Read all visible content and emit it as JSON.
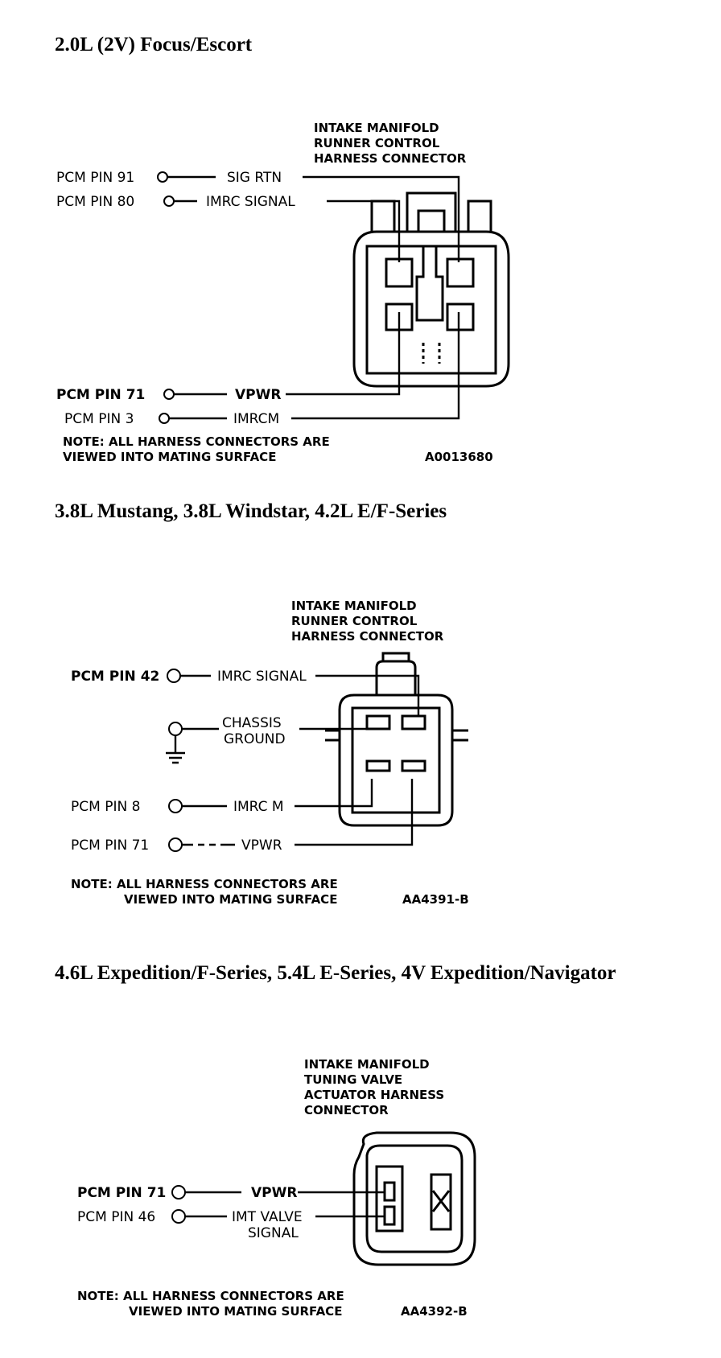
{
  "sections": [
    {
      "title": "2.0L (2V) Focus/Escort",
      "connector_label": [
        "INTAKE MANIFOLD",
        "RUNNER CONTROL",
        "HARNESS CONNECTOR"
      ],
      "pins": [
        {
          "pcm": "PCM PIN 91",
          "signal": "SIG RTN"
        },
        {
          "pcm": "PCM PIN 80",
          "signal": "IMRC SIGNAL"
        },
        {
          "pcm": "PCM PIN 71",
          "signal": "VPWR"
        },
        {
          "pcm": "PCM PIN 3",
          "signal": "IMRCM"
        }
      ],
      "note": [
        "NOTE: ALL HARNESS CONNECTORS ARE",
        "VIEWED INTO MATING SURFACE"
      ],
      "code": "A0013680"
    },
    {
      "title": "3.8L Mustang, 3.8L Windstar, 4.2L E/F-Series",
      "connector_label": [
        "INTAKE MANIFOLD",
        "RUNNER CONTROL",
        "HARNESS CONNECTOR"
      ],
      "pins": [
        {
          "pcm": "PCM PIN 42",
          "signal": "IMRC SIGNAL"
        },
        {
          "pcm": "",
          "signal": "CHASSIS",
          "signal2": "GROUND"
        },
        {
          "pcm": "PCM PIN 8",
          "signal": "IMRC M"
        },
        {
          "pcm": "PCM PIN 71",
          "signal": "VPWR"
        }
      ],
      "note": [
        "NOTE: ALL HARNESS CONNECTORS ARE",
        "VIEWED INTO MATING SURFACE"
      ],
      "code": "AA4391-B"
    },
    {
      "title": "4.6L Expedition/F-Series, 5.4L E-Series, 4V Expedition/Navigator",
      "connector_label": [
        "INTAKE MANIFOLD",
        "TUNING VALVE",
        "ACTUATOR HARNESS",
        "CONNECTOR"
      ],
      "pins": [
        {
          "pcm": "PCM PIN 71",
          "signal": "VPWR"
        },
        {
          "pcm": "PCM PIN 46",
          "signal": "IMT VALVE",
          "signal2": "SIGNAL"
        }
      ],
      "note": [
        "NOTE: ALL HARNESS CONNECTORS ARE",
        "VIEWED INTO MATING SURFACE"
      ],
      "code": "AA4392-B"
    }
  ]
}
